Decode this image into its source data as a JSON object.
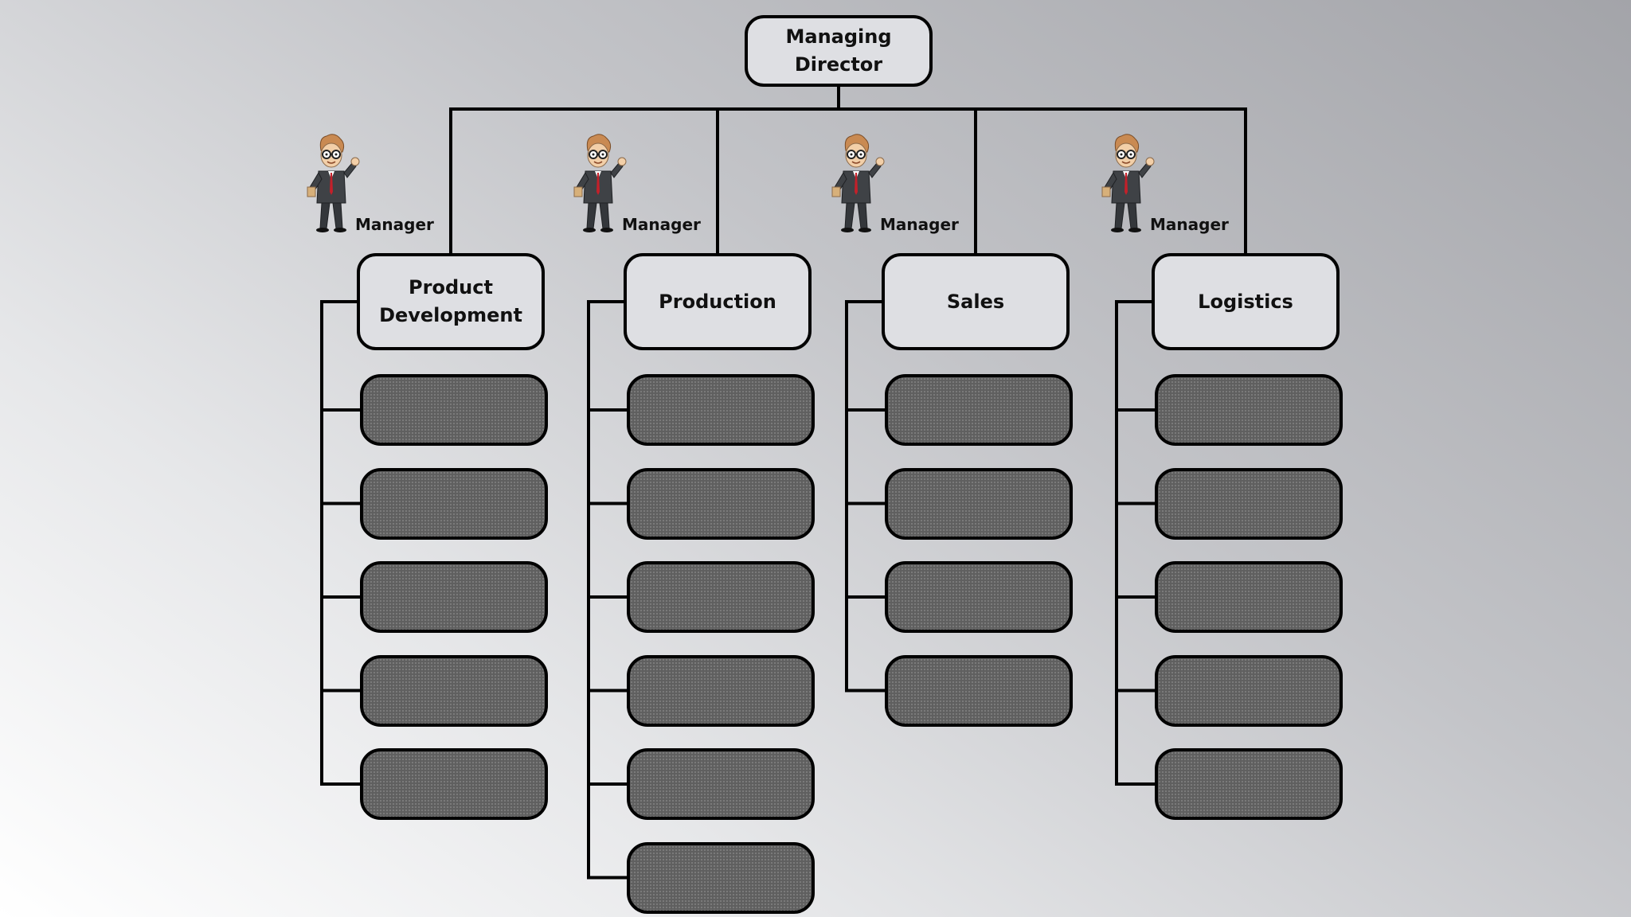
{
  "root": {
    "label": "Managing\nDirector"
  },
  "departments": [
    {
      "label": "Product\nDevelopment",
      "manager_label": "Manager",
      "sub_boxes": 5
    },
    {
      "label": "Production",
      "manager_label": "Manager",
      "sub_boxes": 6
    },
    {
      "label": "Sales",
      "manager_label": "Manager",
      "sub_boxes": 4
    },
    {
      "label": "Logistics",
      "manager_label": "Manager",
      "sub_boxes": 5
    }
  ],
  "colors": {
    "line": "#000000",
    "box_fill": "#dedfe3",
    "sub_fill": "#5f5f5f"
  },
  "icons": {
    "manager": "cartoon-businessman-icon"
  }
}
